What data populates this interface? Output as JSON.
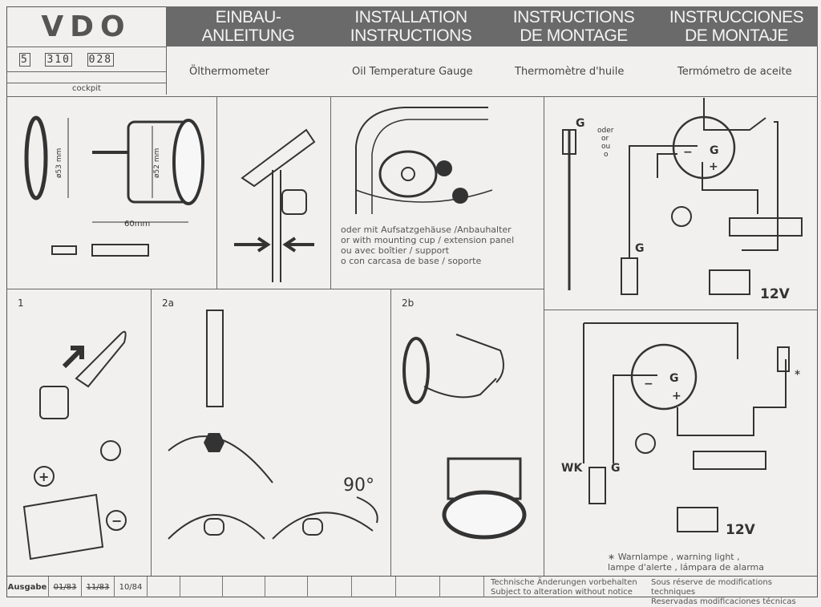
{
  "header": {
    "brand": "VDO",
    "titles": [
      {
        "line1": "EINBAU-",
        "line2": "ANLEITUNG"
      },
      {
        "line1": "INSTALLATION",
        "line2": "INSTRUCTIONS"
      },
      {
        "line1": "INSTRUCTIONS",
        "line2": "DE MONTAGE"
      },
      {
        "line1": "INSTRUCCIONES",
        "line2": "DE MONTAJE"
      }
    ],
    "part_number": [
      "5",
      "310",
      "028"
    ],
    "series": "cockpit",
    "product_names": [
      "Ölthermometer",
      "Oil Temperature Gauge",
      "Thermomètre d'huile",
      "Termómetro de aceite"
    ]
  },
  "dimensions": {
    "outer_dia": "ø53 mm",
    "body_dia": "ø52 mm",
    "depth": "60mm"
  },
  "mounting_note": [
    "oder mit Aufsatzgehäuse /Anbauhalter",
    "or with mounting cup / extension panel",
    "ou avec boîtier / support",
    "o con carcasa de base / soporte"
  ],
  "wiring": {
    "g": "G",
    "alternatives": [
      "oder",
      "or",
      "ou",
      "o"
    ],
    "voltage": "12V",
    "wk": "WK",
    "minus": "−",
    "plus": "+",
    "footnote": [
      "∗  Warnlampe , warning light ,",
      "lampe d'alerte , lámpara de alarma"
    ]
  },
  "steps": {
    "s1": "1",
    "s2a": "2a",
    "s2b": "2b",
    "angle": "90°"
  },
  "footer": {
    "edition_label": "Ausgabe",
    "editions": [
      "01/83",
      "11/83",
      "10/84"
    ],
    "notice_de": "Technische Änderungen vorbehalten",
    "notice_en": "Subject to alteration without notice",
    "notice_fr": "Sous réserve de modifications techniques",
    "notice_es": "Reservadas modificaciones técnicas"
  }
}
